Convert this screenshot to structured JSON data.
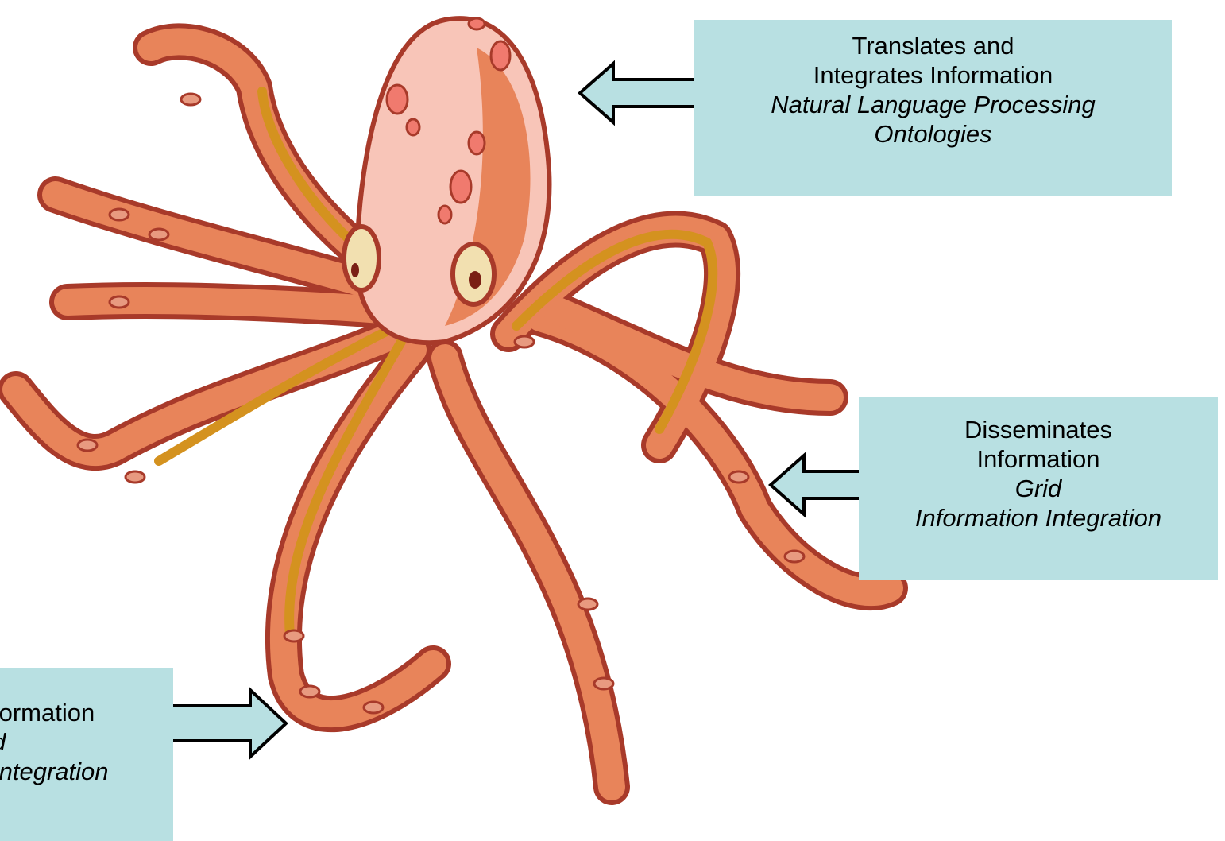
{
  "colors": {
    "callout_fill": "#b8e0e2",
    "outline": "#a83a2a",
    "body_light": "#f8c5b8",
    "tentacle_orange": "#e8845a",
    "tentacle_gold": "#d4921f",
    "spot_pink": "#f07a6e"
  },
  "illustration": {
    "subject": "octopus"
  },
  "callouts": {
    "translate": {
      "line1": "Translates  and",
      "line2": "Integrates Information",
      "line3": "Natural Language Processing",
      "line4": "Ontologies"
    },
    "disseminate": {
      "line1": "Disseminates",
      "line2": "Information",
      "line3": "Grid",
      "line4": "Information Integration"
    },
    "gather": {
      "line1": "formation",
      "line2": "d",
      "line3": "Integration"
    }
  }
}
